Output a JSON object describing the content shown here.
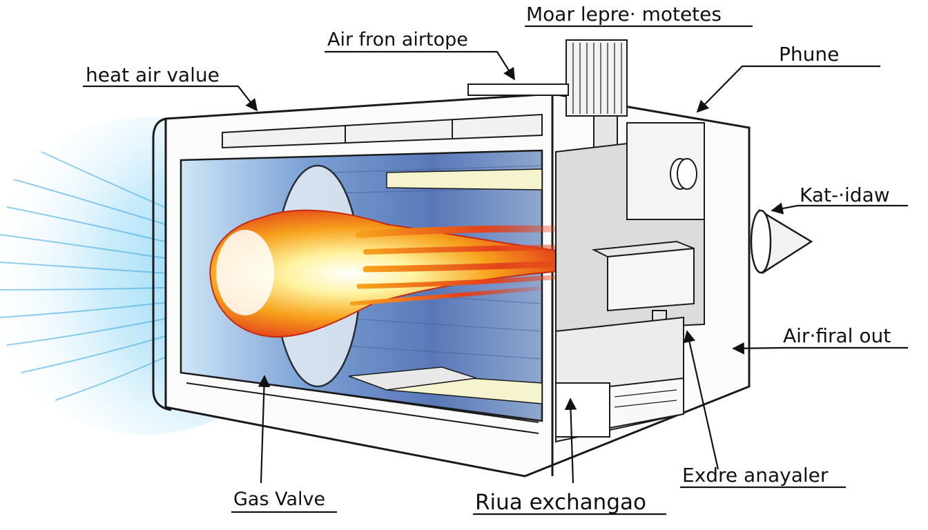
{
  "labels": {
    "heat_air_value": "heat air value",
    "air_fron_airtope": "Air fron airtope",
    "moar_lepre_motetes": "Moar lepre· motetes",
    "phune": "Phune",
    "kat_idaw": "Kat-·idaw",
    "air_firal_out": "Air·firal out",
    "exdre_anayaler": "Exdre anayaler",
    "riua_exchangao": "Riua exchangao",
    "gas_valve": "Gas Valve"
  },
  "colors": {
    "outline": "#1a1a1a",
    "flame_core": "#fff8d0",
    "flame_mid": "#f5a623",
    "flame_outer": "#e03a1a",
    "air_blue": "#4fb3e8",
    "chamber_blue": "#5b7fc0",
    "panel_gray": "#d9d9d9"
  }
}
